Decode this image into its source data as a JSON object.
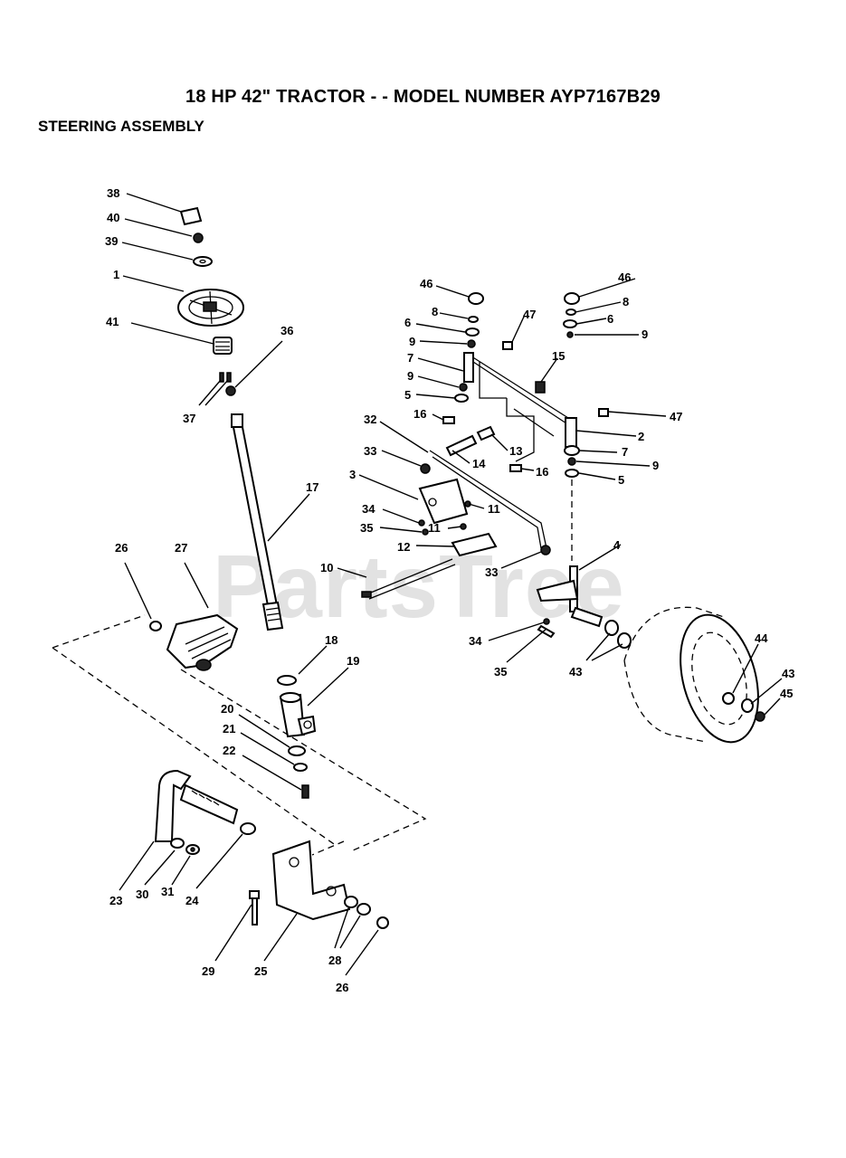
{
  "header": {
    "title": "18 HP 42\" TRACTOR - - MODEL NUMBER AYP7167B29",
    "section": "STEERING ASSEMBLY"
  },
  "watermark": "PartsTree",
  "labels": {
    "l38": "38",
    "l40": "40",
    "l39": "39",
    "l1": "1",
    "l41": "41",
    "l36": "36",
    "l37": "37",
    "l17": "17",
    "l26a": "26",
    "l27": "27",
    "l18": "18",
    "l19": "19",
    "l20": "20",
    "l21": "21",
    "l22": "22",
    "l23": "23",
    "l30": "30",
    "l31": "31",
    "l24": "24",
    "l29": "29",
    "l25": "25",
    "l28": "28",
    "l26b": "26",
    "l46a": "46",
    "l8a": "8",
    "l6a": "6",
    "l9a": "9",
    "l7a": "7",
    "l9b": "9",
    "l5a": "5",
    "l16a": "16",
    "l47a": "47",
    "l15": "15",
    "l46b": "46",
    "l8b": "8",
    "l6b": "6",
    "l9c": "9",
    "l47b": "47",
    "l2": "2",
    "l7b": "7",
    "l9d": "9",
    "l5b": "5",
    "l32": "32",
    "l33a": "33",
    "l14": "14",
    "l13": "13",
    "l16b": "16",
    "l3": "3",
    "l34a": "34",
    "l11a": "11",
    "l35a": "35",
    "l11b": "11",
    "l12": "12",
    "l10": "10",
    "l33b": "33",
    "l4": "4",
    "l34b": "34",
    "l35b": "35",
    "l43a": "43",
    "l44": "44",
    "l43b": "43",
    "l45": "45"
  }
}
